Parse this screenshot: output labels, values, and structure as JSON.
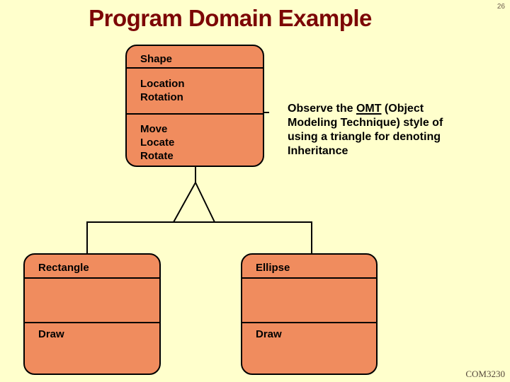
{
  "slide": {
    "title": "Program Domain Example",
    "page_number": "26",
    "footer": "COM3230",
    "colors": {
      "background": "#FFFFCC",
      "box_fill": "#F08C5E",
      "title": "#7C0606",
      "line": "#000000"
    }
  },
  "diagram": {
    "shape_class": {
      "name": "Shape",
      "attributes": [
        "Location",
        "Rotation"
      ],
      "methods": [
        "Move",
        "Locate",
        "Rotate"
      ]
    },
    "rectangle_class": {
      "name": "Rectangle",
      "methods": [
        "Draw"
      ]
    },
    "ellipse_class": {
      "name": "Ellipse",
      "methods": [
        "Draw"
      ]
    },
    "relationship": "inheritance-triangle"
  },
  "observe_note": {
    "line1_pre": "Observe the ",
    "line1_underlined": "OMT",
    "line1_post": " (Object",
    "line2": "Modeling Technique) style of",
    "line3": "using a triangle for denoting",
    "line4": "Inheritance"
  }
}
